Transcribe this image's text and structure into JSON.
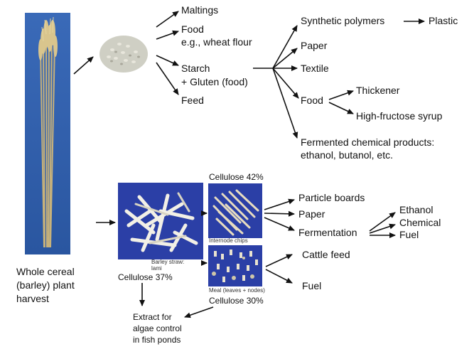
{
  "grain": {
    "uses": [
      "Maltings",
      "Food",
      "e.g., wheat flour",
      "Starch",
      "+ Gluten (food)",
      "Feed"
    ]
  },
  "starch_products": {
    "synthetic": "Synthetic polymers",
    "plastic": "Plastic",
    "paper": "Paper",
    "textile": "Textile",
    "food": "Food",
    "thickener": "Thickener",
    "syrup": "High-fructose syrup",
    "fermented_1": "Fermented chemical products:",
    "fermented_2": "ethanol, butanol, etc."
  },
  "plant": {
    "caption_1": "Whole cereal",
    "caption_2": "(barley) plant",
    "caption_3": "harvest"
  },
  "straw": {
    "label_1": "Barley straw:",
    "label_2": "lami",
    "cellulose": "Cellulose 37%"
  },
  "internode": {
    "cellulose": "Cellulose 42%",
    "label": "Internode chips",
    "products": [
      "Particle boards",
      "Paper",
      "Fermentation"
    ],
    "fermentation_products": [
      "Ethanol",
      "Chemical",
      "Fuel"
    ]
  },
  "meal": {
    "label": "Meal (leaves + nodes)",
    "cellulose": "Cellulose 30%",
    "products": [
      "Cattle feed",
      "Fuel"
    ]
  },
  "extract": [
    "Extract for",
    "algae control",
    "in fish ponds"
  ]
}
